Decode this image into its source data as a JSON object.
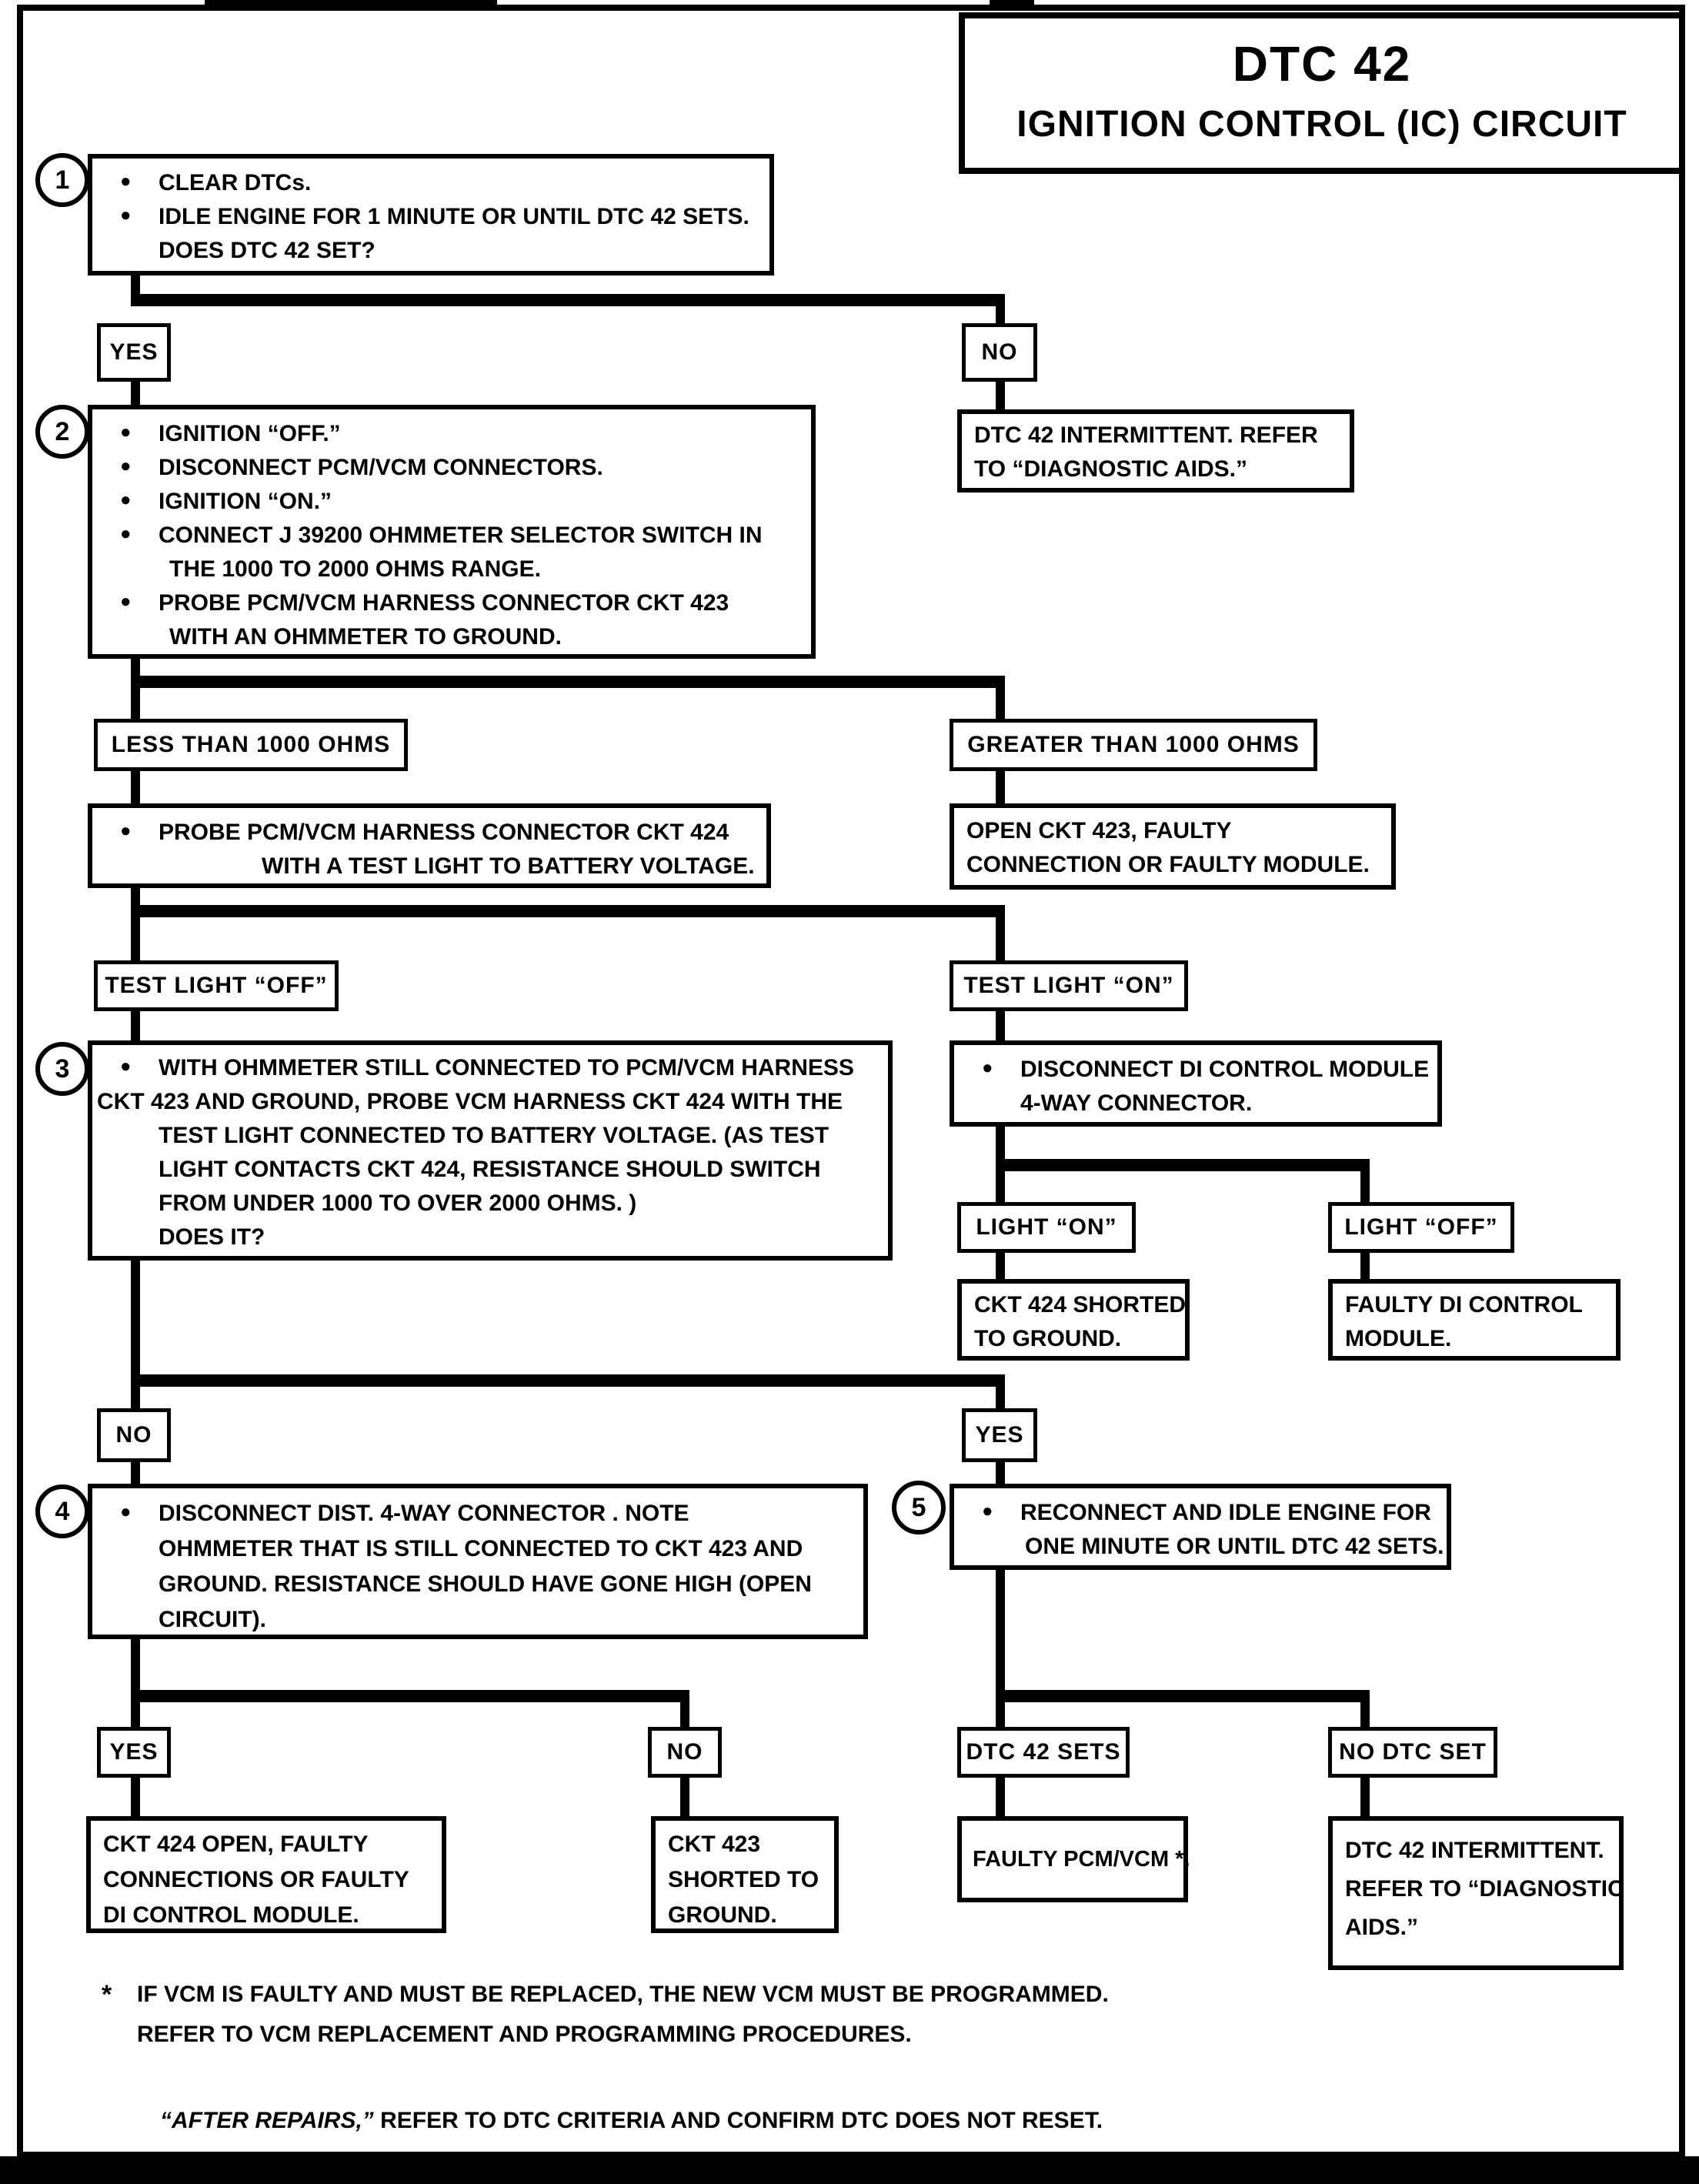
{
  "title": {
    "l1": "DTC 42",
    "l2": "IGNITION CONTROL (IC) CIRCUIT"
  },
  "n": {
    "step1": {
      "num": "1",
      "l1": "CLEAR DTCs.",
      "l2": "IDLE ENGINE FOR 1 MINUTE OR UNTIL DTC 42 SETS.",
      "l3": "DOES DTC 42 SET?"
    },
    "yes1": "YES",
    "no1": "NO",
    "step2": {
      "num": "2",
      "l1": "IGNITION “OFF.”",
      "l2": "DISCONNECT PCM/VCM CONNECTORS.",
      "l3": "IGNITION “ON.”",
      "l4": "CONNECT J 39200 OHMMETER SELECTOR SWITCH IN",
      "l5": "THE 1000 TO 2000 OHMS RANGE.",
      "l6": "PROBE PCM/VCM HARNESS CONNECTOR CKT 423",
      "l7": "WITH AN OHMMETER TO GROUND."
    },
    "int1": {
      "l1": "DTC 42 INTERMITTENT. REFER",
      "l2": "TO “DIAGNOSTIC AIDS.”"
    },
    "less": "LESS THAN 1000 OHMS",
    "greater": "GREATER THAN 1000 OHMS",
    "probe424": {
      "l1": "PROBE PCM/VCM HARNESS CONNECTOR CKT 424",
      "l2": "WITH A TEST LIGHT TO BATTERY VOLTAGE."
    },
    "open423": {
      "l1": "OPEN CKT 423, FAULTY",
      "l2": "CONNECTION OR FAULTY MODULE."
    },
    "testoff": "TEST LIGHT “OFF”",
    "teston": "TEST LIGHT “ON”",
    "step3": {
      "num": "3",
      "l1": "WITH OHMMETER STILL CONNECTED TO PCM/VCM HARNESS",
      "l2": "CKT 423 AND GROUND, PROBE VCM HARNESS CKT 424 WITH THE",
      "l3": "TEST LIGHT CONNECTED TO BATTERY VOLTAGE. (AS TEST",
      "l4": "LIGHT CONTACTS CKT 424, RESISTANCE SHOULD SWITCH",
      "l5": "FROM UNDER 1000 TO OVER 2000 OHMS. )",
      "l6": "DOES IT?"
    },
    "discdi": {
      "l1": "DISCONNECT DI CONTROL MODULE",
      "l2": "4-WAY CONNECTOR."
    },
    "lighton": "LIGHT “ON”",
    "lightoff": "LIGHT “OFF”",
    "ckt424sh": {
      "l1": "CKT 424 SHORTED",
      "l2": "TO GROUND."
    },
    "faultydi": {
      "l1": "FAULTY DI CONTROL",
      "l2": "MODULE."
    },
    "no2": "NO",
    "yes2": "YES",
    "step4": {
      "num": "4",
      "l1": "DISCONNECT DIST. 4-WAY CONNECTOR . NOTE",
      "l2": "OHMMETER THAT IS STILL CONNECTED TO CKT 423 AND",
      "l3": "GROUND. RESISTANCE SHOULD HAVE GONE HIGH (OPEN",
      "l4": "CIRCUIT)."
    },
    "step5": {
      "num": "5",
      "l1": "RECONNECT AND IDLE ENGINE FOR",
      "l2": "ONE MINUTE OR UNTIL DTC 42 SETS."
    },
    "yes3": "YES",
    "no3": "NO",
    "ckt424open": {
      "l1": "CKT 424 OPEN, FAULTY",
      "l2": "CONNECTIONS OR FAULTY",
      "l3": "DI CONTROL MODULE."
    },
    "ckt423sh": {
      "l1": "CKT 423",
      "l2": "SHORTED TO",
      "l3": "GROUND."
    },
    "dtcsets": "DTC 42 SETS",
    "nodtcset": "NO DTC SET",
    "faultypcm": "FAULTY PCM/VCM *.",
    "int2": {
      "l1": "DTC 42 INTERMITTENT.",
      "l2": "REFER TO “DIAGNOSTIC",
      "l3": "AIDS.”"
    }
  },
  "footnote": {
    "star": "*",
    "l1": "IF VCM IS FAULTY AND MUST BE REPLACED, THE NEW VCM MUST BE PROGRAMMED.",
    "l2": "REFER TO VCM REPLACEMENT AND PROGRAMMING PROCEDURES."
  },
  "after_repairs": {
    "em": "“AFTER REPAIRS,”",
    "rest": " REFER TO DTC CRITERIA AND CONFIRM DTC DOES NOT RESET."
  },
  "glyphs": {
    "bullet": "●"
  },
  "colors": {
    "ink": "#000000",
    "paper": "#ffffff"
  }
}
